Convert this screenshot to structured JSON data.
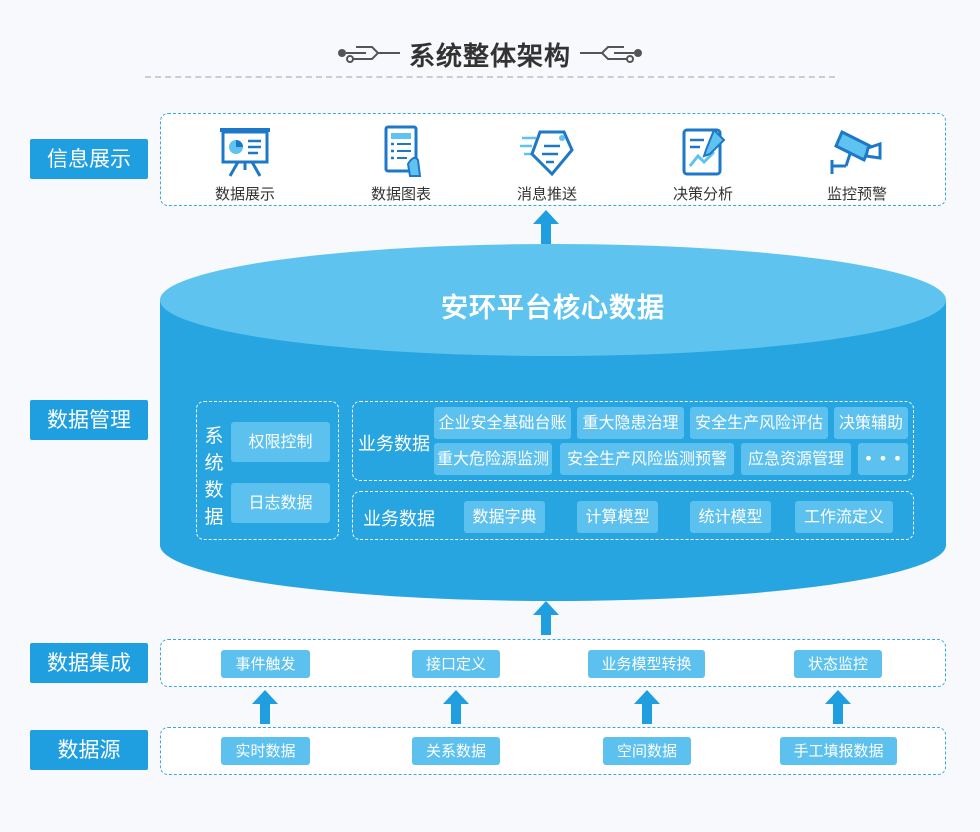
{
  "title": "系统整体架构",
  "layers": {
    "info": "信息展示",
    "data_mgmt": "数据管理",
    "integration": "数据集成",
    "source": "数据源"
  },
  "display_items": [
    {
      "label": "数据展示",
      "icon": "presentation-board-icon"
    },
    {
      "label": "数据图表",
      "icon": "chart-document-icon"
    },
    {
      "label": "消息推送",
      "icon": "message-push-icon"
    },
    {
      "label": "决策分析",
      "icon": "analysis-chart-icon"
    },
    {
      "label": "监控预警",
      "icon": "surveillance-camera-icon"
    }
  ],
  "core": {
    "title": "安环平台核心数据",
    "system_data": {
      "label": "系统数据",
      "items": [
        "权限控制",
        "日志数据"
      ]
    },
    "business_data_1": {
      "label": "业务数据",
      "row1": [
        "企业安全基础台账",
        "重大隐患治理",
        "安全生产风险评估",
        "决策辅助"
      ],
      "row2": [
        "重大危险源监测",
        "安全生产风险监测预警",
        "应急资源管理",
        "• • •"
      ]
    },
    "business_data_2": {
      "label": "业务数据",
      "items": [
        "数据字典",
        "计算模型",
        "统计模型",
        "工作流定义"
      ]
    }
  },
  "integration_items": [
    "事件触发",
    "接口定义",
    "业务模型转换",
    "状态监控"
  ],
  "source_items": [
    "实时数据",
    "关系数据",
    "空间数据",
    "手工填报数据"
  ],
  "colors": {
    "primary": "#1f9fe0",
    "cylinder_body": "#27a5e0",
    "cylinder_top": "#5ec3ef",
    "chip": "#5cc1ee",
    "dashed_border": "#3aa6e2",
    "icon_dark": "#1e78c8"
  }
}
